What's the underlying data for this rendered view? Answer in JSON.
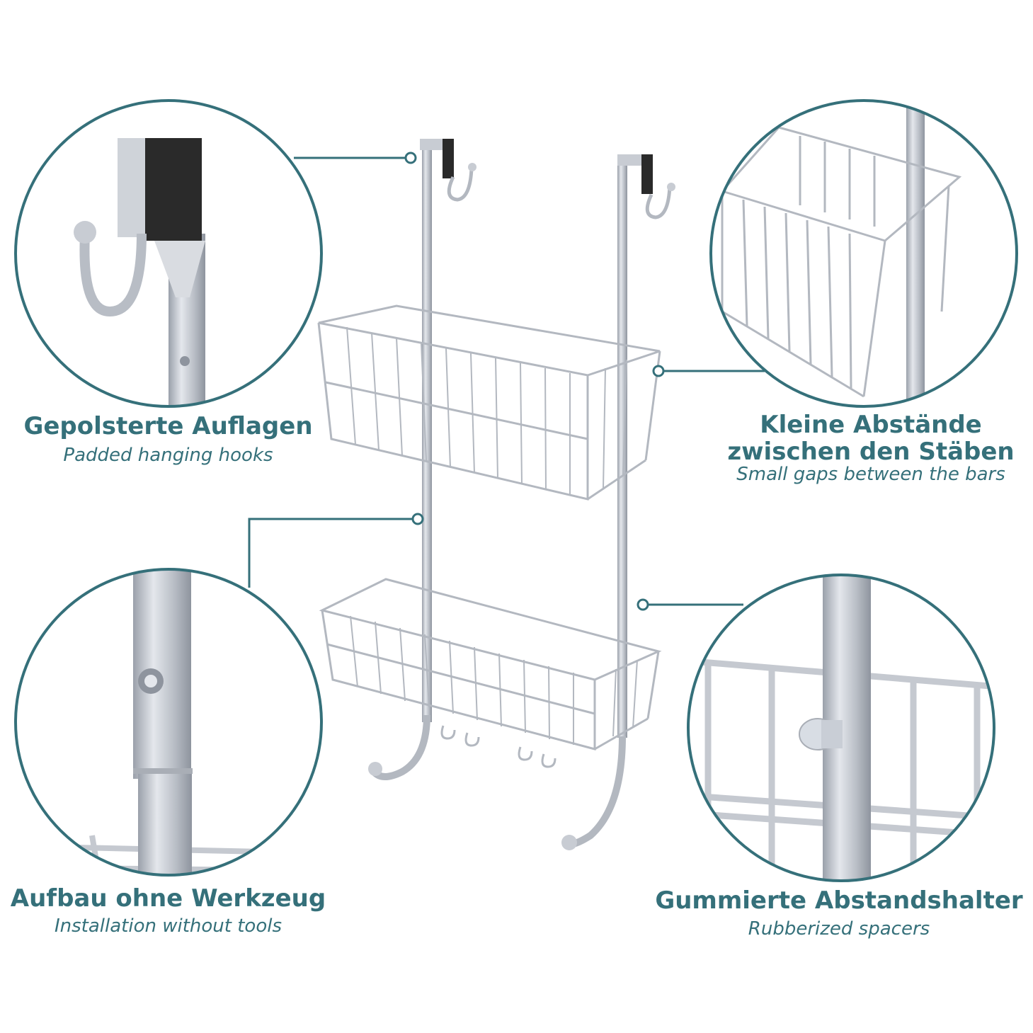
{
  "colors": {
    "accent": "#35707a",
    "metal": "#c5c9d0",
    "metal_dark": "#9aa0aa",
    "pad": "#2a2a2a"
  },
  "features": [
    {
      "title": "Gepolsterte Auflagen",
      "subtitle": "Padded hanging hooks"
    },
    {
      "title": "Kleine Abstände\nzwischen den Stäben",
      "subtitle": "Small gaps between the bars"
    },
    {
      "title": "Aufbau ohne Werkzeug",
      "subtitle": "Installation without tools"
    },
    {
      "title": "Gummierte Abstandshalter",
      "subtitle": "Rubberized spacers"
    }
  ]
}
